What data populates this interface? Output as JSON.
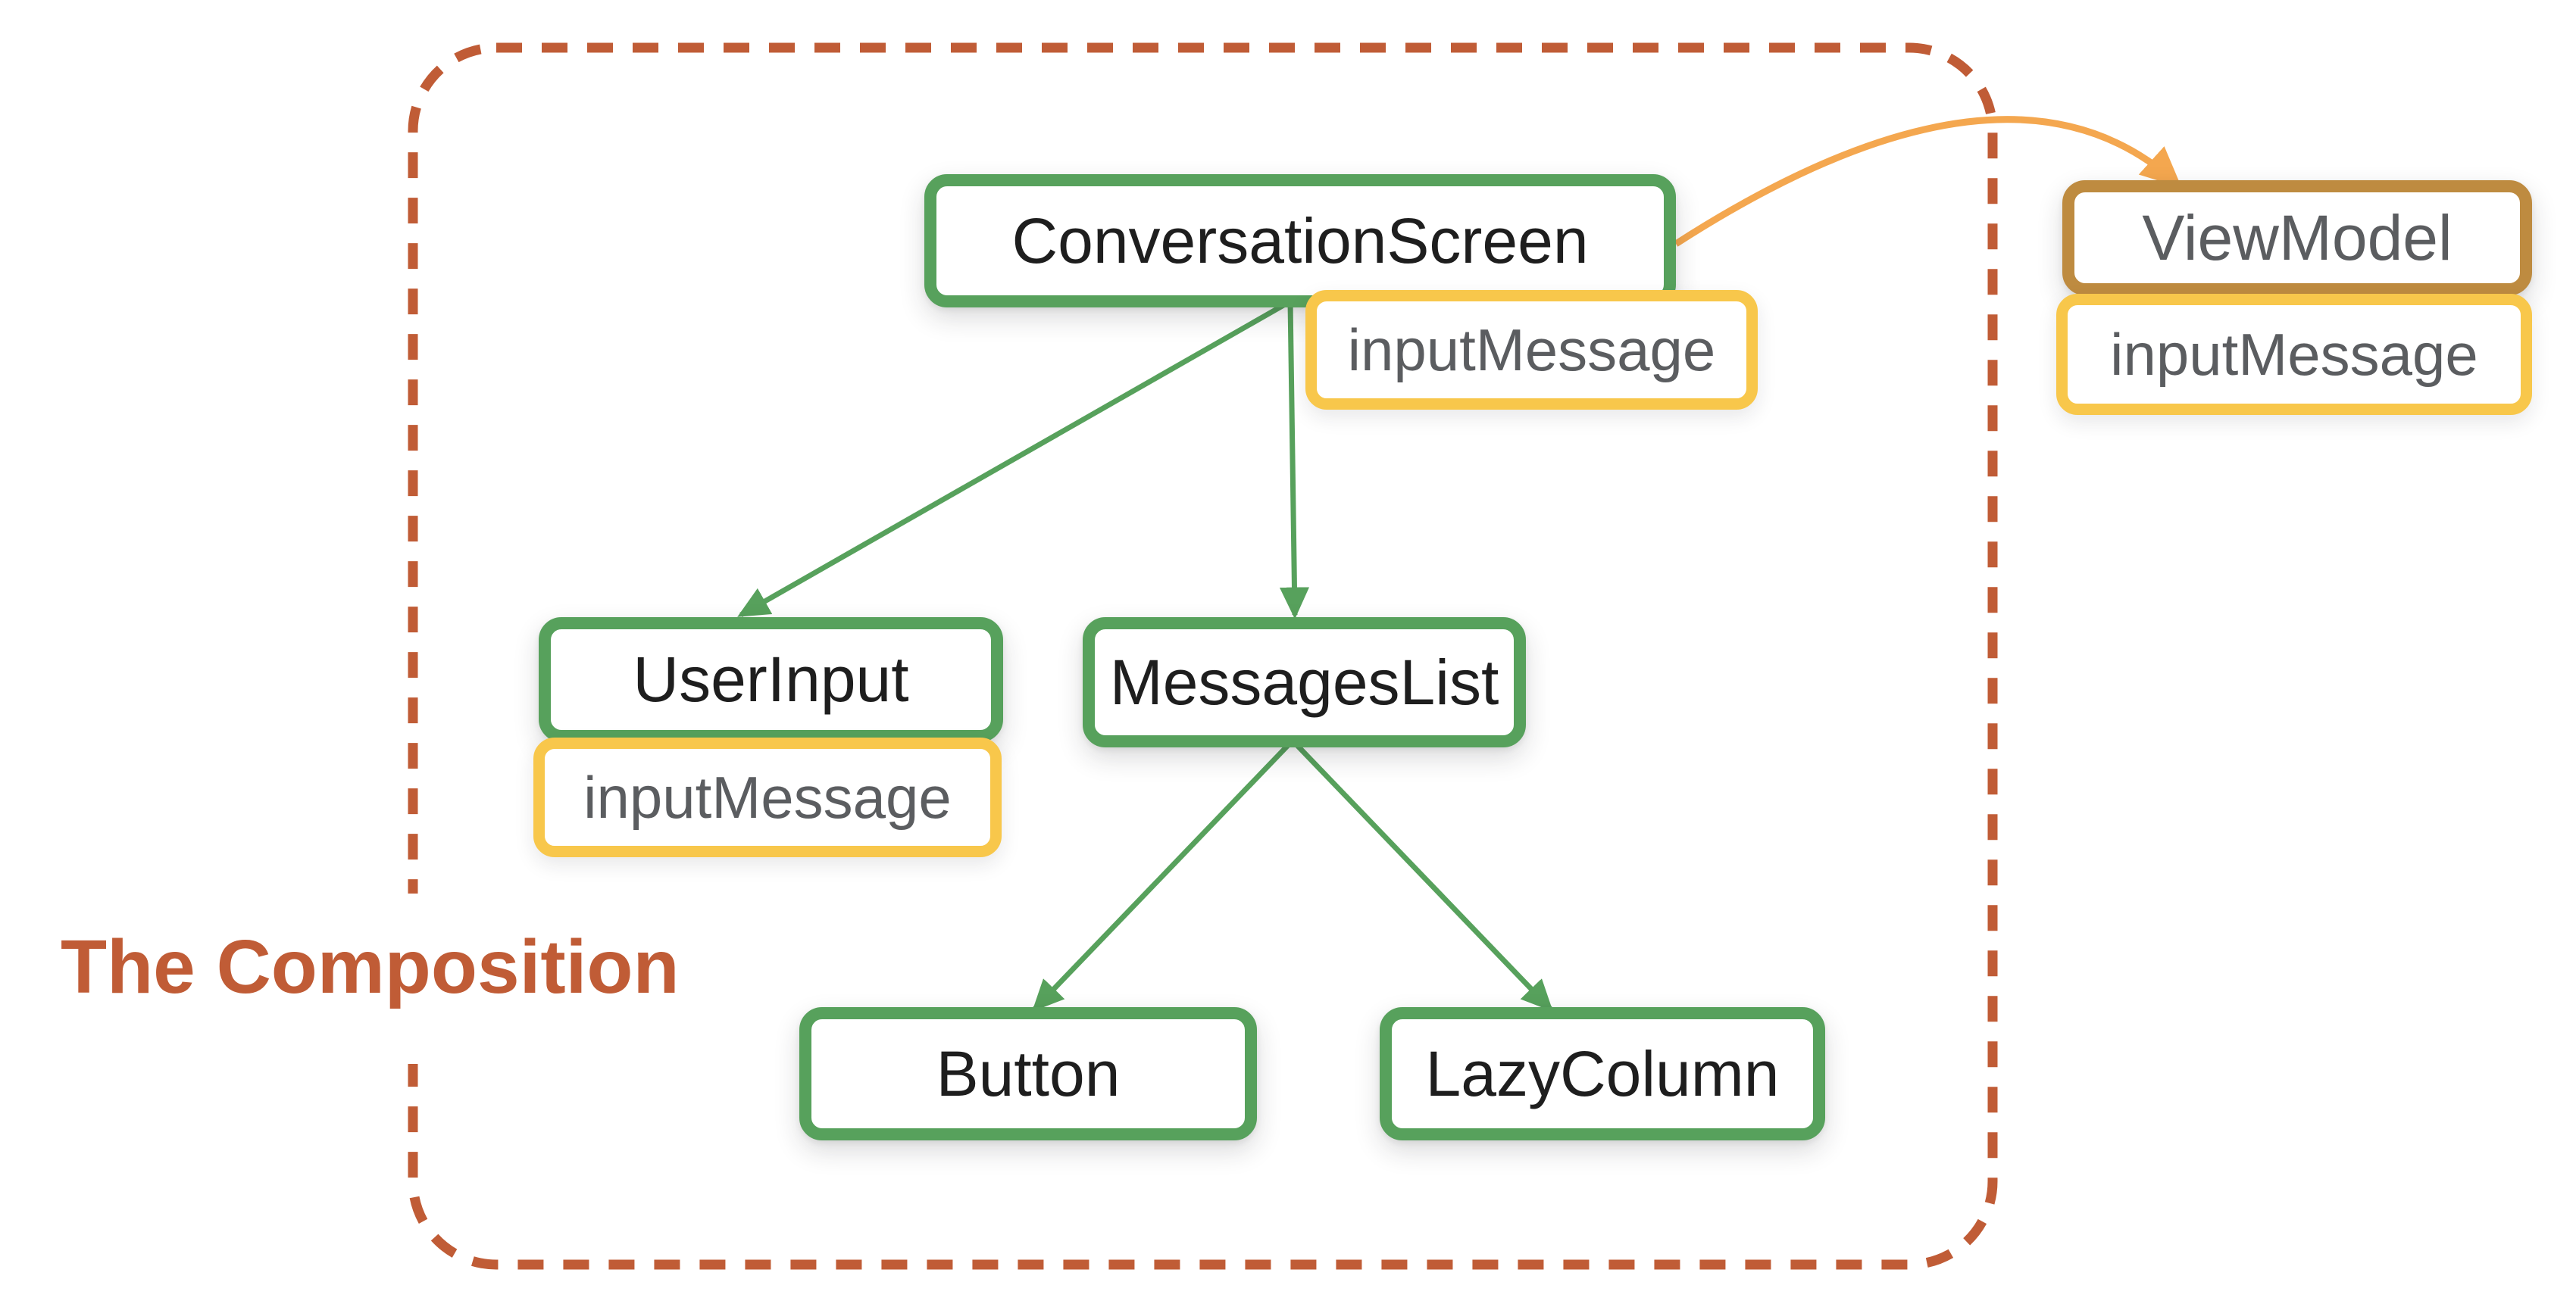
{
  "title": {
    "text": "The Composition"
  },
  "composition": {
    "conversation_screen": {
      "label": "ConversationScreen",
      "state_badge": "inputMessage"
    },
    "user_input": {
      "label": "UserInput",
      "state_badge": "inputMessage"
    },
    "messages_list": {
      "label": "MessagesList"
    },
    "button": {
      "label": "Button"
    },
    "lazy_column": {
      "label": "LazyColumn"
    }
  },
  "view_model": {
    "label": "ViewModel",
    "state_badge": "inputMessage"
  },
  "edges": [
    {
      "from": "conversation_screen",
      "to": "user_input"
    },
    {
      "from": "conversation_screen",
      "to": "messages_list"
    },
    {
      "from": "messages_list",
      "to": "button"
    },
    {
      "from": "messages_list",
      "to": "lazy_column"
    },
    {
      "from": "conversation_screen",
      "to": "view_model"
    }
  ],
  "colors": {
    "composable-border": "#57A15C",
    "state-border": "#F8C74B",
    "viewmodel-border": "#BE8B40",
    "edge-green": "#57A15C",
    "edge-orange": "#F4A74F",
    "boundary-dash": "#C05C36",
    "title-text": "#C05C36",
    "label-text": "#1E1E1E",
    "muted-text": "#5B5D60"
  }
}
